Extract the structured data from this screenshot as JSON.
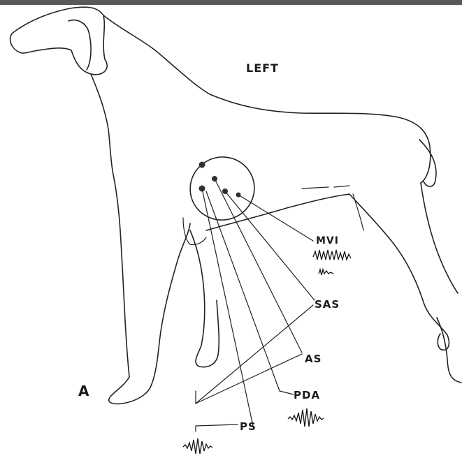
{
  "labels": {
    "left": "LEFT",
    "mvi": "MVI",
    "sas": "SAS",
    "as": "AS",
    "pda": "PDA",
    "ps": "PS",
    "panel": "A"
  },
  "colors": {
    "background": "#ffffff",
    "ink": "#222222",
    "top_bar": "#595959"
  }
}
